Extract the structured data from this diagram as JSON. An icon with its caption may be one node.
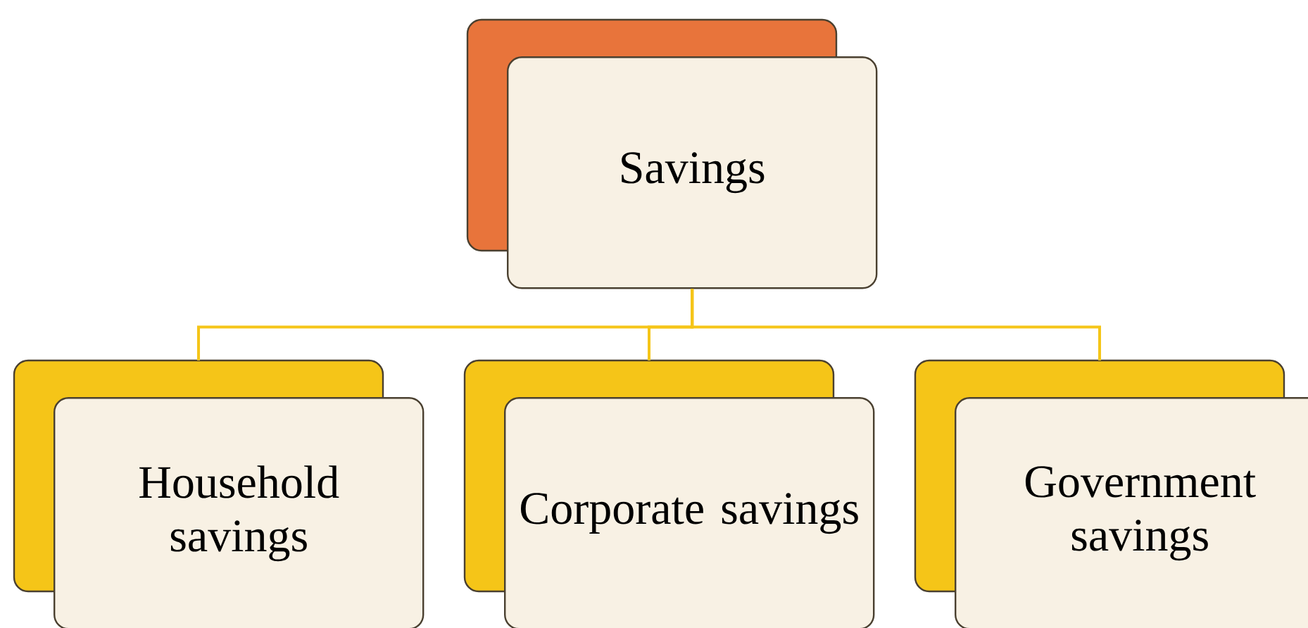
{
  "diagram": {
    "nodes": [
      {
        "text": [
          "Savings"
        ]
      },
      {
        "text": [
          "Household savings"
        ]
      },
      {
        "text": [
          "Corporate savings"
        ]
      },
      {
        "text": [
          "Government savings"
        ]
      }
    ],
    "edges": [
      {
        "from": 0,
        "to": 1,
        "arrow": "none"
      },
      {
        "from": 0,
        "to": 2,
        "arrow": "none"
      },
      {
        "from": 0,
        "to": 3,
        "arrow": "none"
      }
    ]
  }
}
